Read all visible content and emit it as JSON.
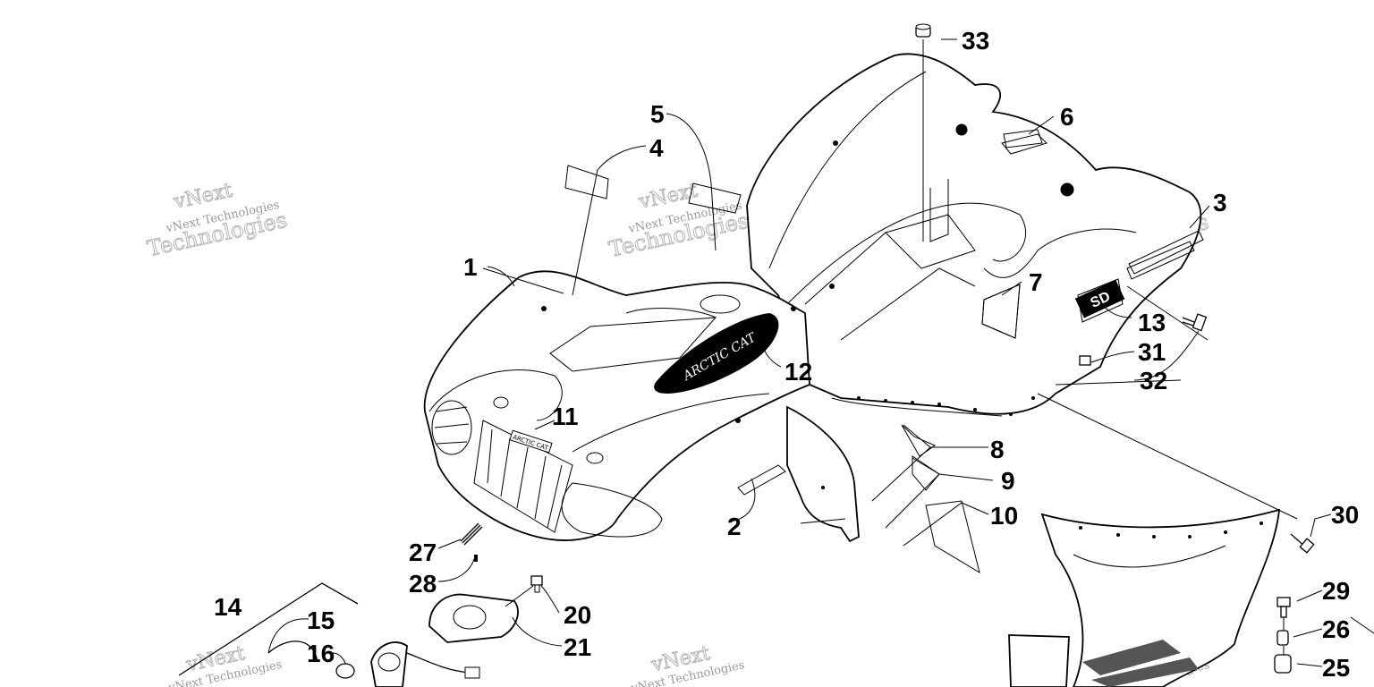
{
  "watermark": {
    "line1": "vNext",
    "line2": "Technologies",
    "full": "vNext Technologies"
  },
  "decal_text": {
    "hood": "ARCTIC CAT",
    "grille": "ARCTIC CAT",
    "side": "SD"
  },
  "callouts": [
    {
      "id": "c1",
      "label": "1"
    },
    {
      "id": "c2",
      "label": "2"
    },
    {
      "id": "c3",
      "label": "3"
    },
    {
      "id": "c4",
      "label": "4"
    },
    {
      "id": "c5",
      "label": "5"
    },
    {
      "id": "c6",
      "label": "6"
    },
    {
      "id": "c7",
      "label": "7"
    },
    {
      "id": "c8",
      "label": "8"
    },
    {
      "id": "c9",
      "label": "9"
    },
    {
      "id": "c10",
      "label": "10"
    },
    {
      "id": "c11",
      "label": "11"
    },
    {
      "id": "c12",
      "label": "12"
    },
    {
      "id": "c13",
      "label": "13"
    },
    {
      "id": "c14",
      "label": "14"
    },
    {
      "id": "c15",
      "label": "15"
    },
    {
      "id": "c16",
      "label": "16"
    },
    {
      "id": "c20",
      "label": "20"
    },
    {
      "id": "c21",
      "label": "21"
    },
    {
      "id": "c25",
      "label": "25"
    },
    {
      "id": "c26",
      "label": "26"
    },
    {
      "id": "c27",
      "label": "27"
    },
    {
      "id": "c28",
      "label": "28"
    },
    {
      "id": "c29",
      "label": "29"
    },
    {
      "id": "c30",
      "label": "30"
    },
    {
      "id": "c31",
      "label": "31"
    },
    {
      "id": "c32",
      "label": "32"
    },
    {
      "id": "c33",
      "label": "33"
    }
  ]
}
